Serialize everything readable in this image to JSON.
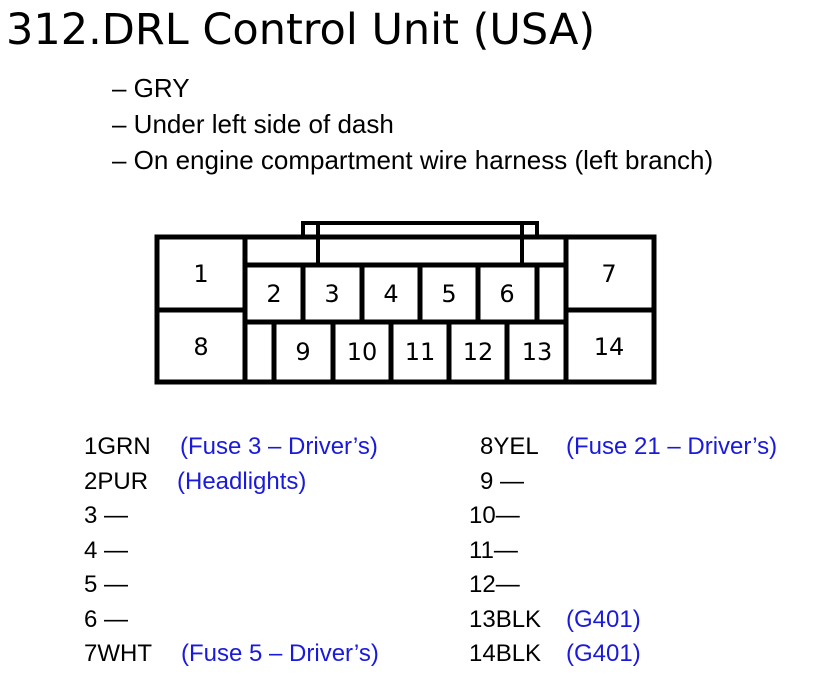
{
  "title": "312.DRL Control Unit (USA)",
  "notes": [
    "– GRY",
    "– Under left side of dash",
    "– On engine compartment wire harness (left branch)"
  ],
  "connector": {
    "pins": [
      "1",
      "2",
      "3",
      "4",
      "5",
      "6",
      "7",
      "8",
      "9",
      "10",
      "11",
      "12",
      "13",
      "14"
    ]
  },
  "wires": {
    "left": [
      {
        "pin": "1GRN",
        "note": "(Fuse 3 – Driver’s)"
      },
      {
        "pin": "2PUR",
        "note": "(Headlights)"
      },
      {
        "pin": "3 —",
        "note": ""
      },
      {
        "pin": "4 —",
        "note": ""
      },
      {
        "pin": "5 —",
        "note": ""
      },
      {
        "pin": "6 —",
        "note": ""
      },
      {
        "pin": "7WHT",
        "note": "(Fuse 5 – Driver’s)"
      }
    ],
    "right": [
      {
        "pin": "8YEL",
        "note": "(Fuse 21 – Driver’s)"
      },
      {
        "pin": "9 —",
        "note": ""
      },
      {
        "pin": "10—",
        "note": ""
      },
      {
        "pin": "11—",
        "note": ""
      },
      {
        "pin": "12—",
        "note": ""
      },
      {
        "pin": "13BLK",
        "note": "(G401)"
      },
      {
        "pin": "14BLK",
        "note": "(G401)"
      }
    ]
  },
  "colors": {
    "note_text": "#1a1adb",
    "lines": "#000000"
  }
}
